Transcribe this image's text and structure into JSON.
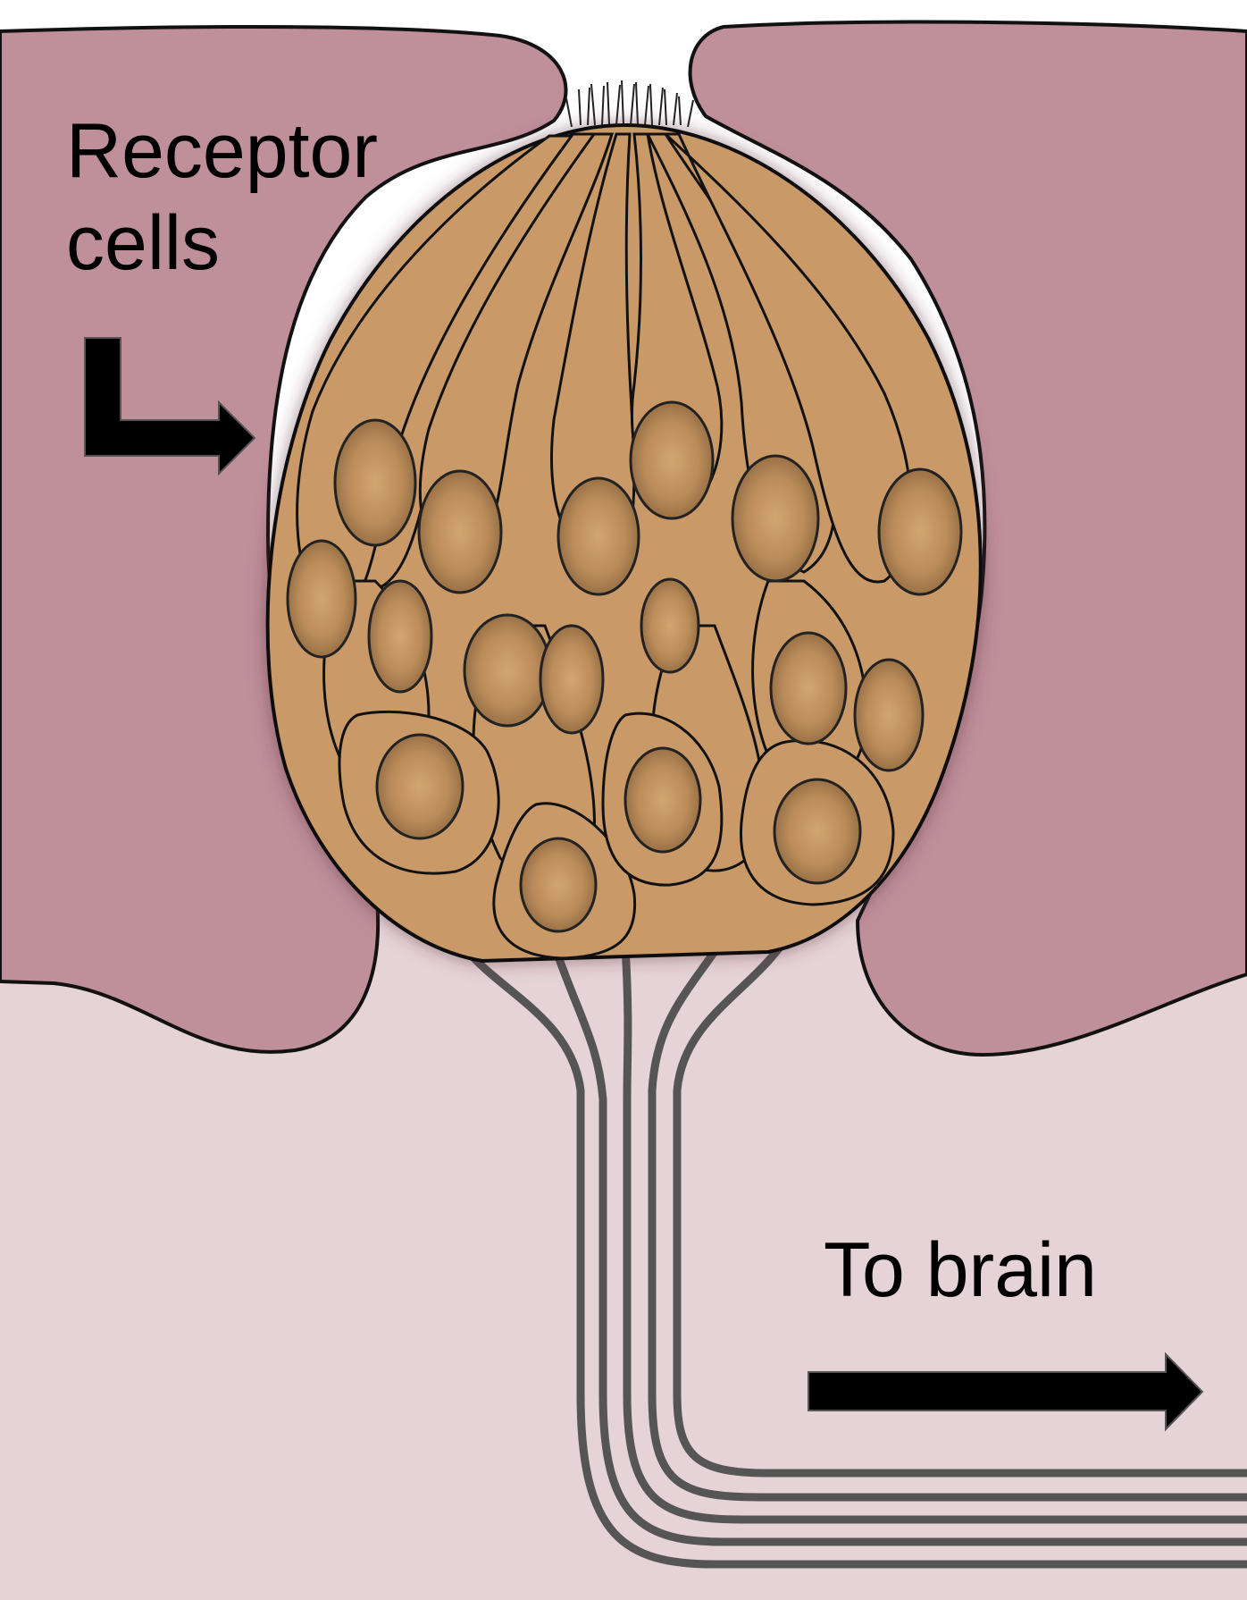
{
  "labels": {
    "receptor_line1": "Receptor",
    "receptor_line2": "cells",
    "to_brain": "To brain"
  },
  "colors": {
    "background": "#ffffff",
    "epithelium": "#bf8f9a",
    "epithelium_shadow": "#8e5a68",
    "connective_tissue": "#e5d3d7",
    "cell_body": "#c99a68",
    "cell_nucleus": "#b88a5a",
    "outline": "#111111",
    "nerve_fiber": "#555555",
    "arrow": "#000000"
  },
  "icons": {
    "receptor_arrow": "elbow-arrow-right",
    "brain_arrow": "arrow-right"
  }
}
